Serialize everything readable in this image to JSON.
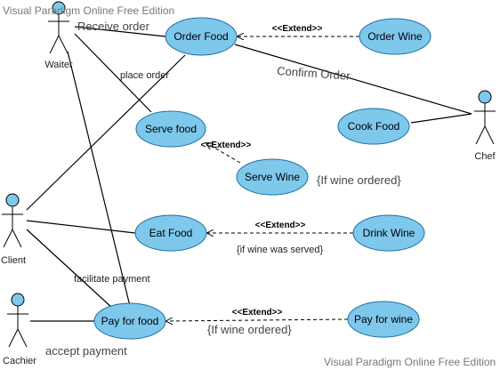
{
  "watermarks": {
    "top": "Visual Paradigm Online Free Edition",
    "bottom": "Visual Paradigm Online Free Edition"
  },
  "actors": {
    "waiter": "Waiter",
    "client": "Client",
    "cachier": "Cachier",
    "chef": "Chef"
  },
  "use_cases": {
    "order_food": "Order Food",
    "order_wine": "Order Wine",
    "serve_food": "Serve food",
    "serve_wine": "Serve Wine",
    "cook_food": "Cook Food",
    "eat_food": "Eat Food",
    "drink_wine": "Drink Wine",
    "pay_for_food": "Pay for food",
    "pay_for_wine": "Pay for wine"
  },
  "stereotypes": {
    "order_wine": "<<Extend>>",
    "serve_wine": "<<Extend>>",
    "drink_wine": "<<Extend>>",
    "pay_for_wine": "<<Extend>>"
  },
  "labels": {
    "receive_order": "Receive order",
    "place_order": "place order",
    "confirm_order": "Confirm Order",
    "if_wine_ordered_1": "{If wine ordered}",
    "if_wine_served": "{if wine was served}",
    "facilitate_payment": "facilitate payment",
    "if_wine_ordered_2": "{If wine ordered}",
    "accept_payment": "accept payment"
  }
}
